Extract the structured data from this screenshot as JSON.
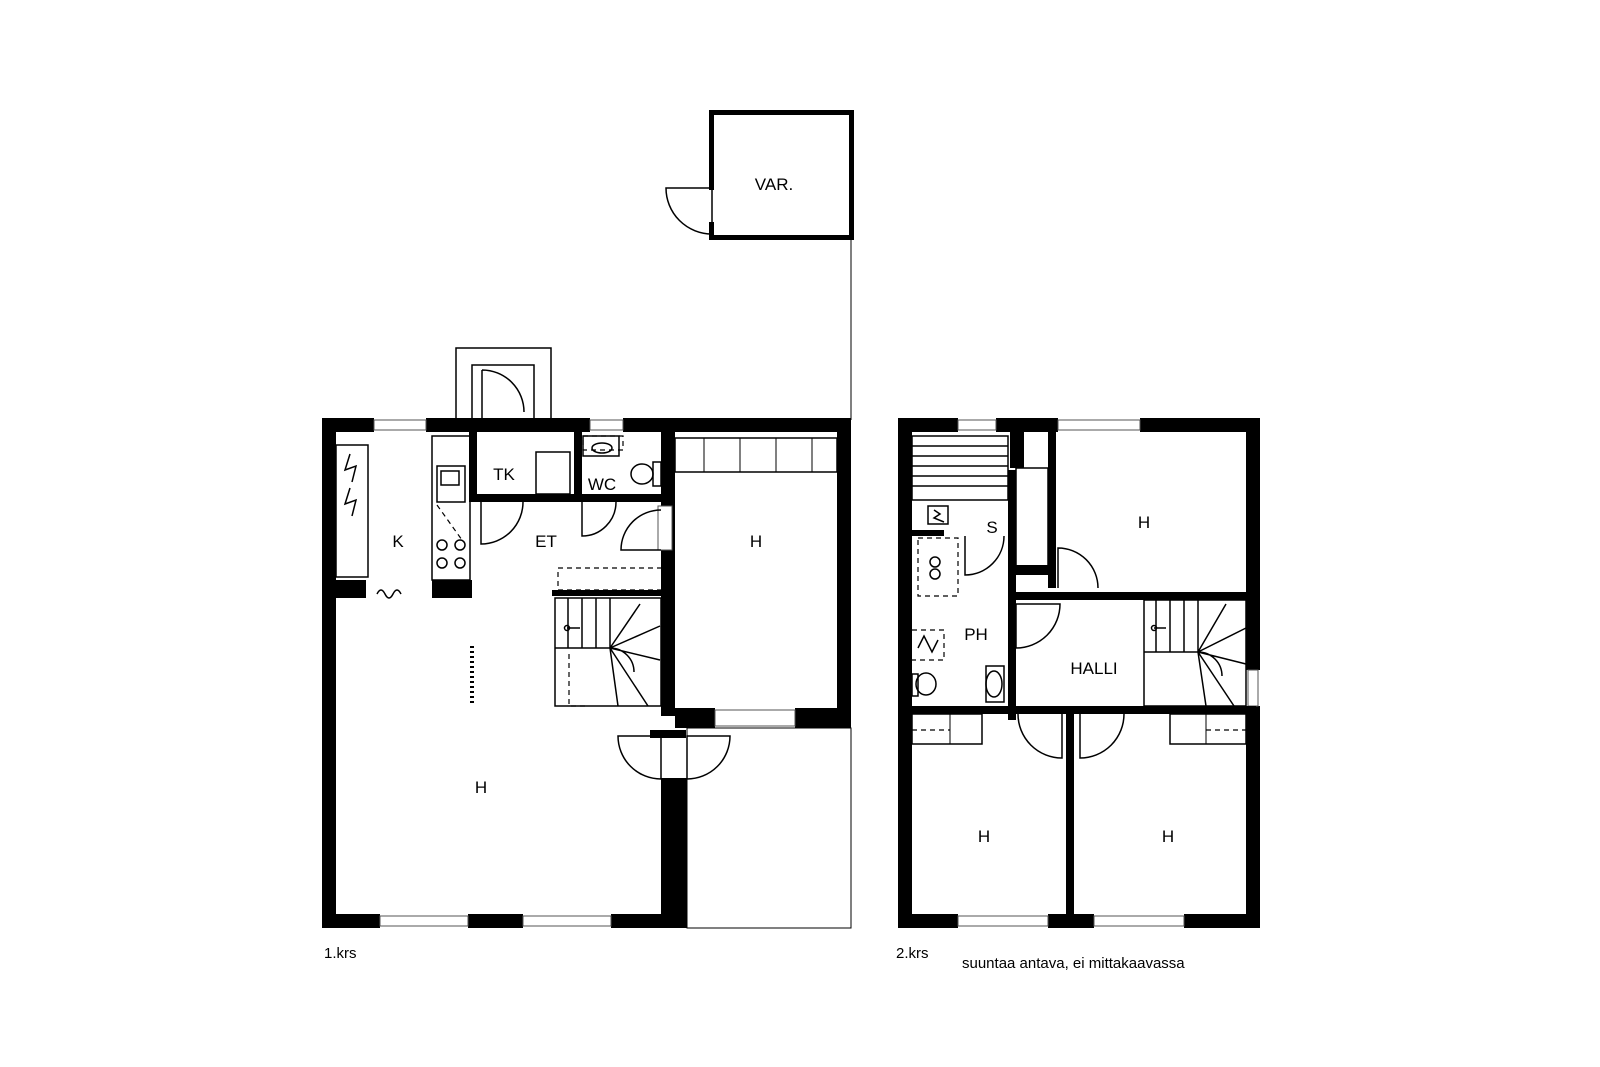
{
  "floors": {
    "ground": {
      "caption": "1.krs",
      "rooms": {
        "storage": "VAR.",
        "kitchen": "K",
        "utility": "TK",
        "toilet": "WC",
        "entrance": "ET",
        "living_room": "H",
        "bedroom": "H"
      }
    },
    "upper": {
      "caption": "2.krs",
      "rooms": {
        "sauna": "S",
        "bathroom": "PH",
        "hall": "HALLI",
        "bedroom_ne": "H",
        "bedroom_sw": "H",
        "bedroom_se": "H"
      }
    }
  },
  "note": "suuntaa antava, ei mittakaavassa"
}
